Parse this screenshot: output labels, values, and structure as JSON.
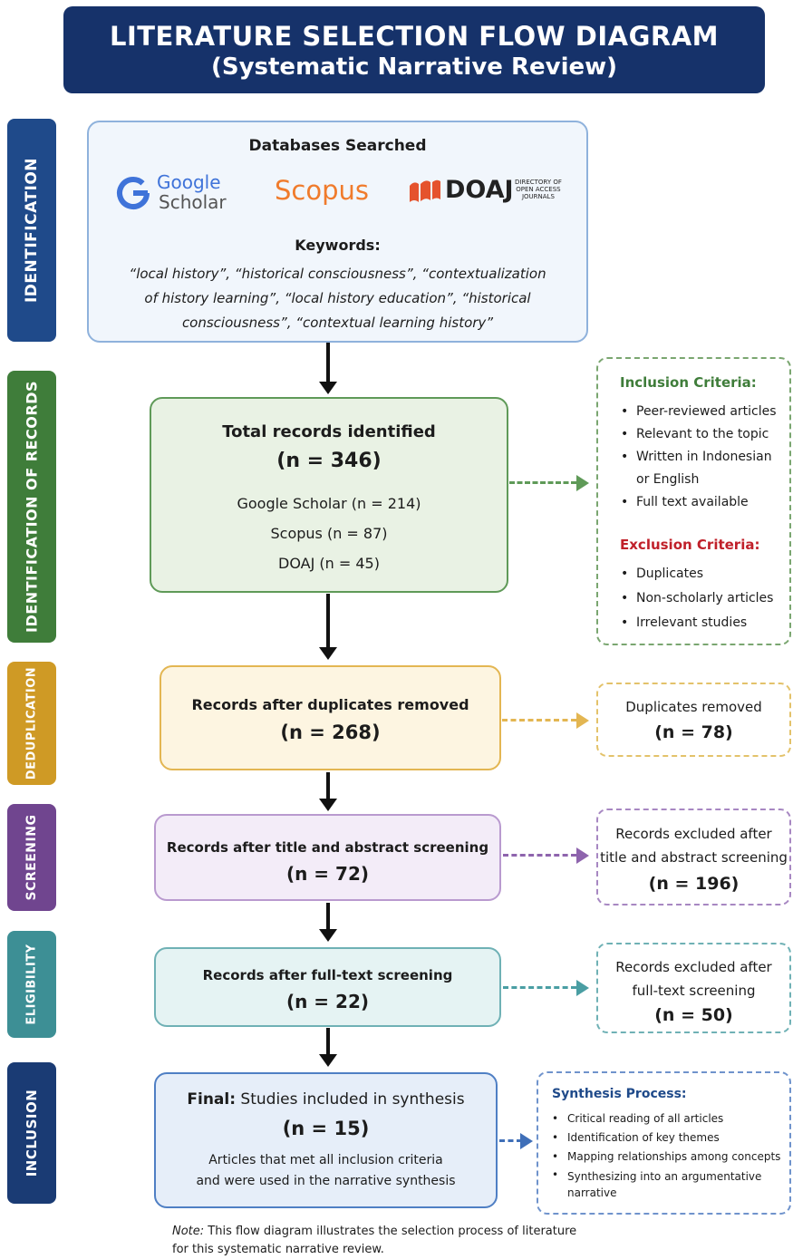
{
  "title": {
    "line1": "LITERATURE SELECTION FLOW DIAGRAM",
    "line2": "(Systematic Narrative Review)"
  },
  "stages": {
    "identification": "IDENTIFICATION",
    "identification_of_records": "IDENTIFICATION OF RECORDS",
    "deduplication": "DEDUPLICATION",
    "screening": "SCREENING",
    "eligibility": "ELIGIBILITY",
    "inclusion": "INCLUSION"
  },
  "databases": {
    "heading": "Databases Searched",
    "google_1": "Google",
    "google_2": "Scholar",
    "scopus": "Scopus",
    "doaj": "DOAJ",
    "doaj_sub_1": "DIRECTORY OF",
    "doaj_sub_2": "OPEN ACCESS",
    "doaj_sub_3": "JOURNALS",
    "keywords_heading": "Keywords:",
    "kw_line1": "“local history”, “historical consciousness”, “contextualization",
    "kw_line2": "of history learning”, “local history education”, “historical",
    "kw_line3": "consciousness”, “contextual learning history”"
  },
  "total": {
    "heading": "Total records identified",
    "count": "(n = 346)",
    "google": "Google Scholar (n = 214)",
    "scopus": "Scopus (n = 87)",
    "doaj": "DOAJ (n = 45)"
  },
  "criteria": {
    "inclusion_heading": "Inclusion Criteria:",
    "inclusion": [
      "Peer-reviewed articles",
      "Relevant to the topic",
      "Written in Indonesian\nor English",
      "Full text available"
    ],
    "exclusion_heading": "Exclusion Criteria:",
    "exclusion": [
      "Duplicates",
      "Non-scholarly articles",
      "Irrelevant studies"
    ]
  },
  "dedup": {
    "heading": "Records after duplicates removed",
    "count": "(n = 268)",
    "side_label": "Duplicates removed",
    "side_count": "(n = 78)"
  },
  "screening": {
    "heading": "Records after title and abstract screening",
    "count": "(n = 72)",
    "side_line1": "Records excluded after",
    "side_line2": "title and abstract screening",
    "side_count": "(n = 196)"
  },
  "eligibility": {
    "heading": "Records after full-text screening",
    "count": "(n = 22)",
    "side_line1": "Records excluded after",
    "side_line2": "full-text screening",
    "side_count": "(n = 50)"
  },
  "inclusion": {
    "final_label": "Final:",
    "heading": "Studies included in synthesis",
    "count": "(n = 15)",
    "desc_line1": "Articles that met all inclusion criteria",
    "desc_line2": "and were used in the narrative synthesis"
  },
  "synthesis": {
    "heading": "Synthesis Process:",
    "items": [
      "Critical reading of all articles",
      "Identification of key themes",
      "Mapping relationships among concepts",
      "Synthesizing into an argumentative\nnarrative"
    ]
  },
  "note": {
    "label": "Note:",
    "line1": "This flow diagram illustrates the selection process of literature",
    "line2": "for this systematic narrative review."
  },
  "colors": {
    "navy": "#16326a",
    "blue_stage": "#1f4a8a",
    "green_stage": "#3f7d3a",
    "yellow_stage": "#cf9a25",
    "purple_stage": "#70458f",
    "teal_stage": "#3d8f95",
    "inclusion_stage": "#1a3b74",
    "exclusion_red": "#c0202a",
    "scopus_orange": "#f07b2c",
    "doaj_red": "#e5532d"
  }
}
